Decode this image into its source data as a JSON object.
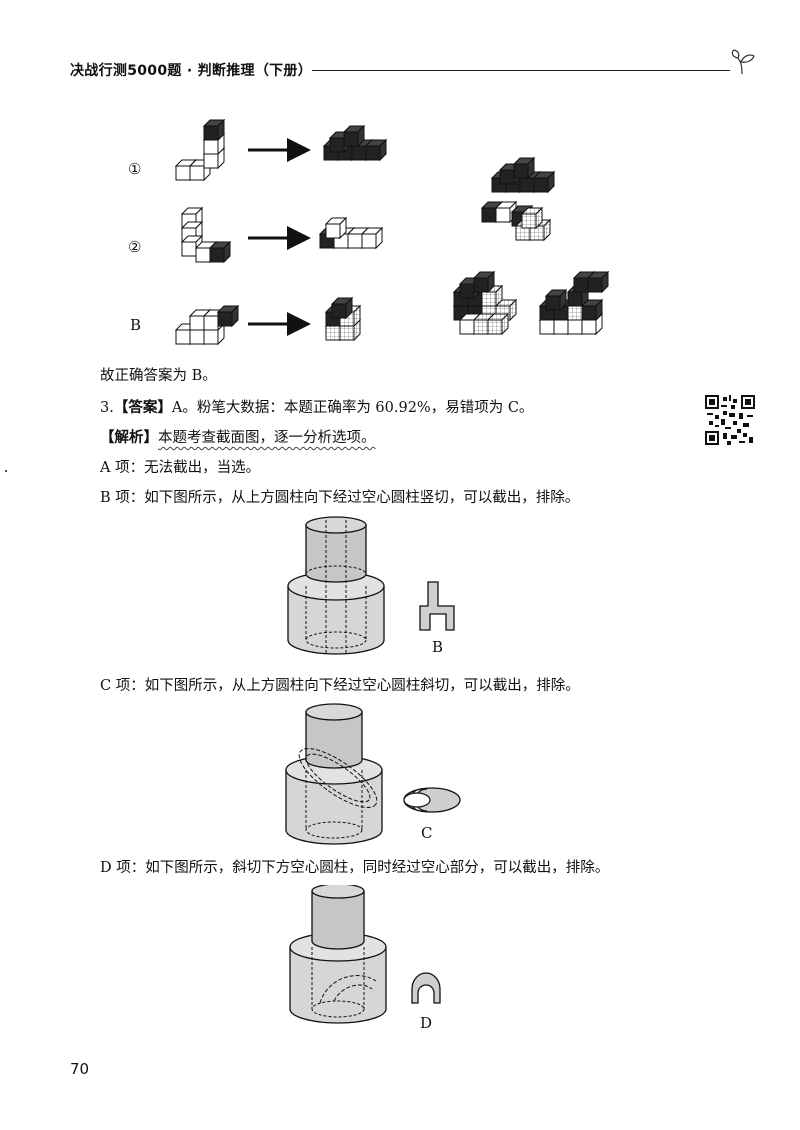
{
  "header": {
    "title": "决战行测5000题 · 判断推理（下册）"
  },
  "cube_labels": {
    "row1": "①",
    "row2": "②",
    "row3": "B"
  },
  "conclusion": "故正确答案为 B。",
  "q3": {
    "number": "3.",
    "answer_tag": "【答案】",
    "answer_text": "A。粉笔大数据：本题正确率为 60.92%，易错项为 C。",
    "analysis_tag": "【解析】",
    "analysis_text": "本题考查截面图，逐一分析选项。",
    "option_a": "A 项：无法截出，当选。",
    "option_b": "B 项：如下图所示，从上方圆柱向下经过空心圆柱竖切，可以截出，排除。",
    "option_c": "C 项：如下图所示，从上方圆柱向下经过空心圆柱斜切，可以截出，排除。",
    "option_d": "D 项：如下图所示，斜切下方空心圆柱，同时经过空心部分，可以截出，排除。",
    "fig_b_label": "B",
    "fig_c_label": "C",
    "fig_d_label": "D"
  },
  "page_number": "70"
}
